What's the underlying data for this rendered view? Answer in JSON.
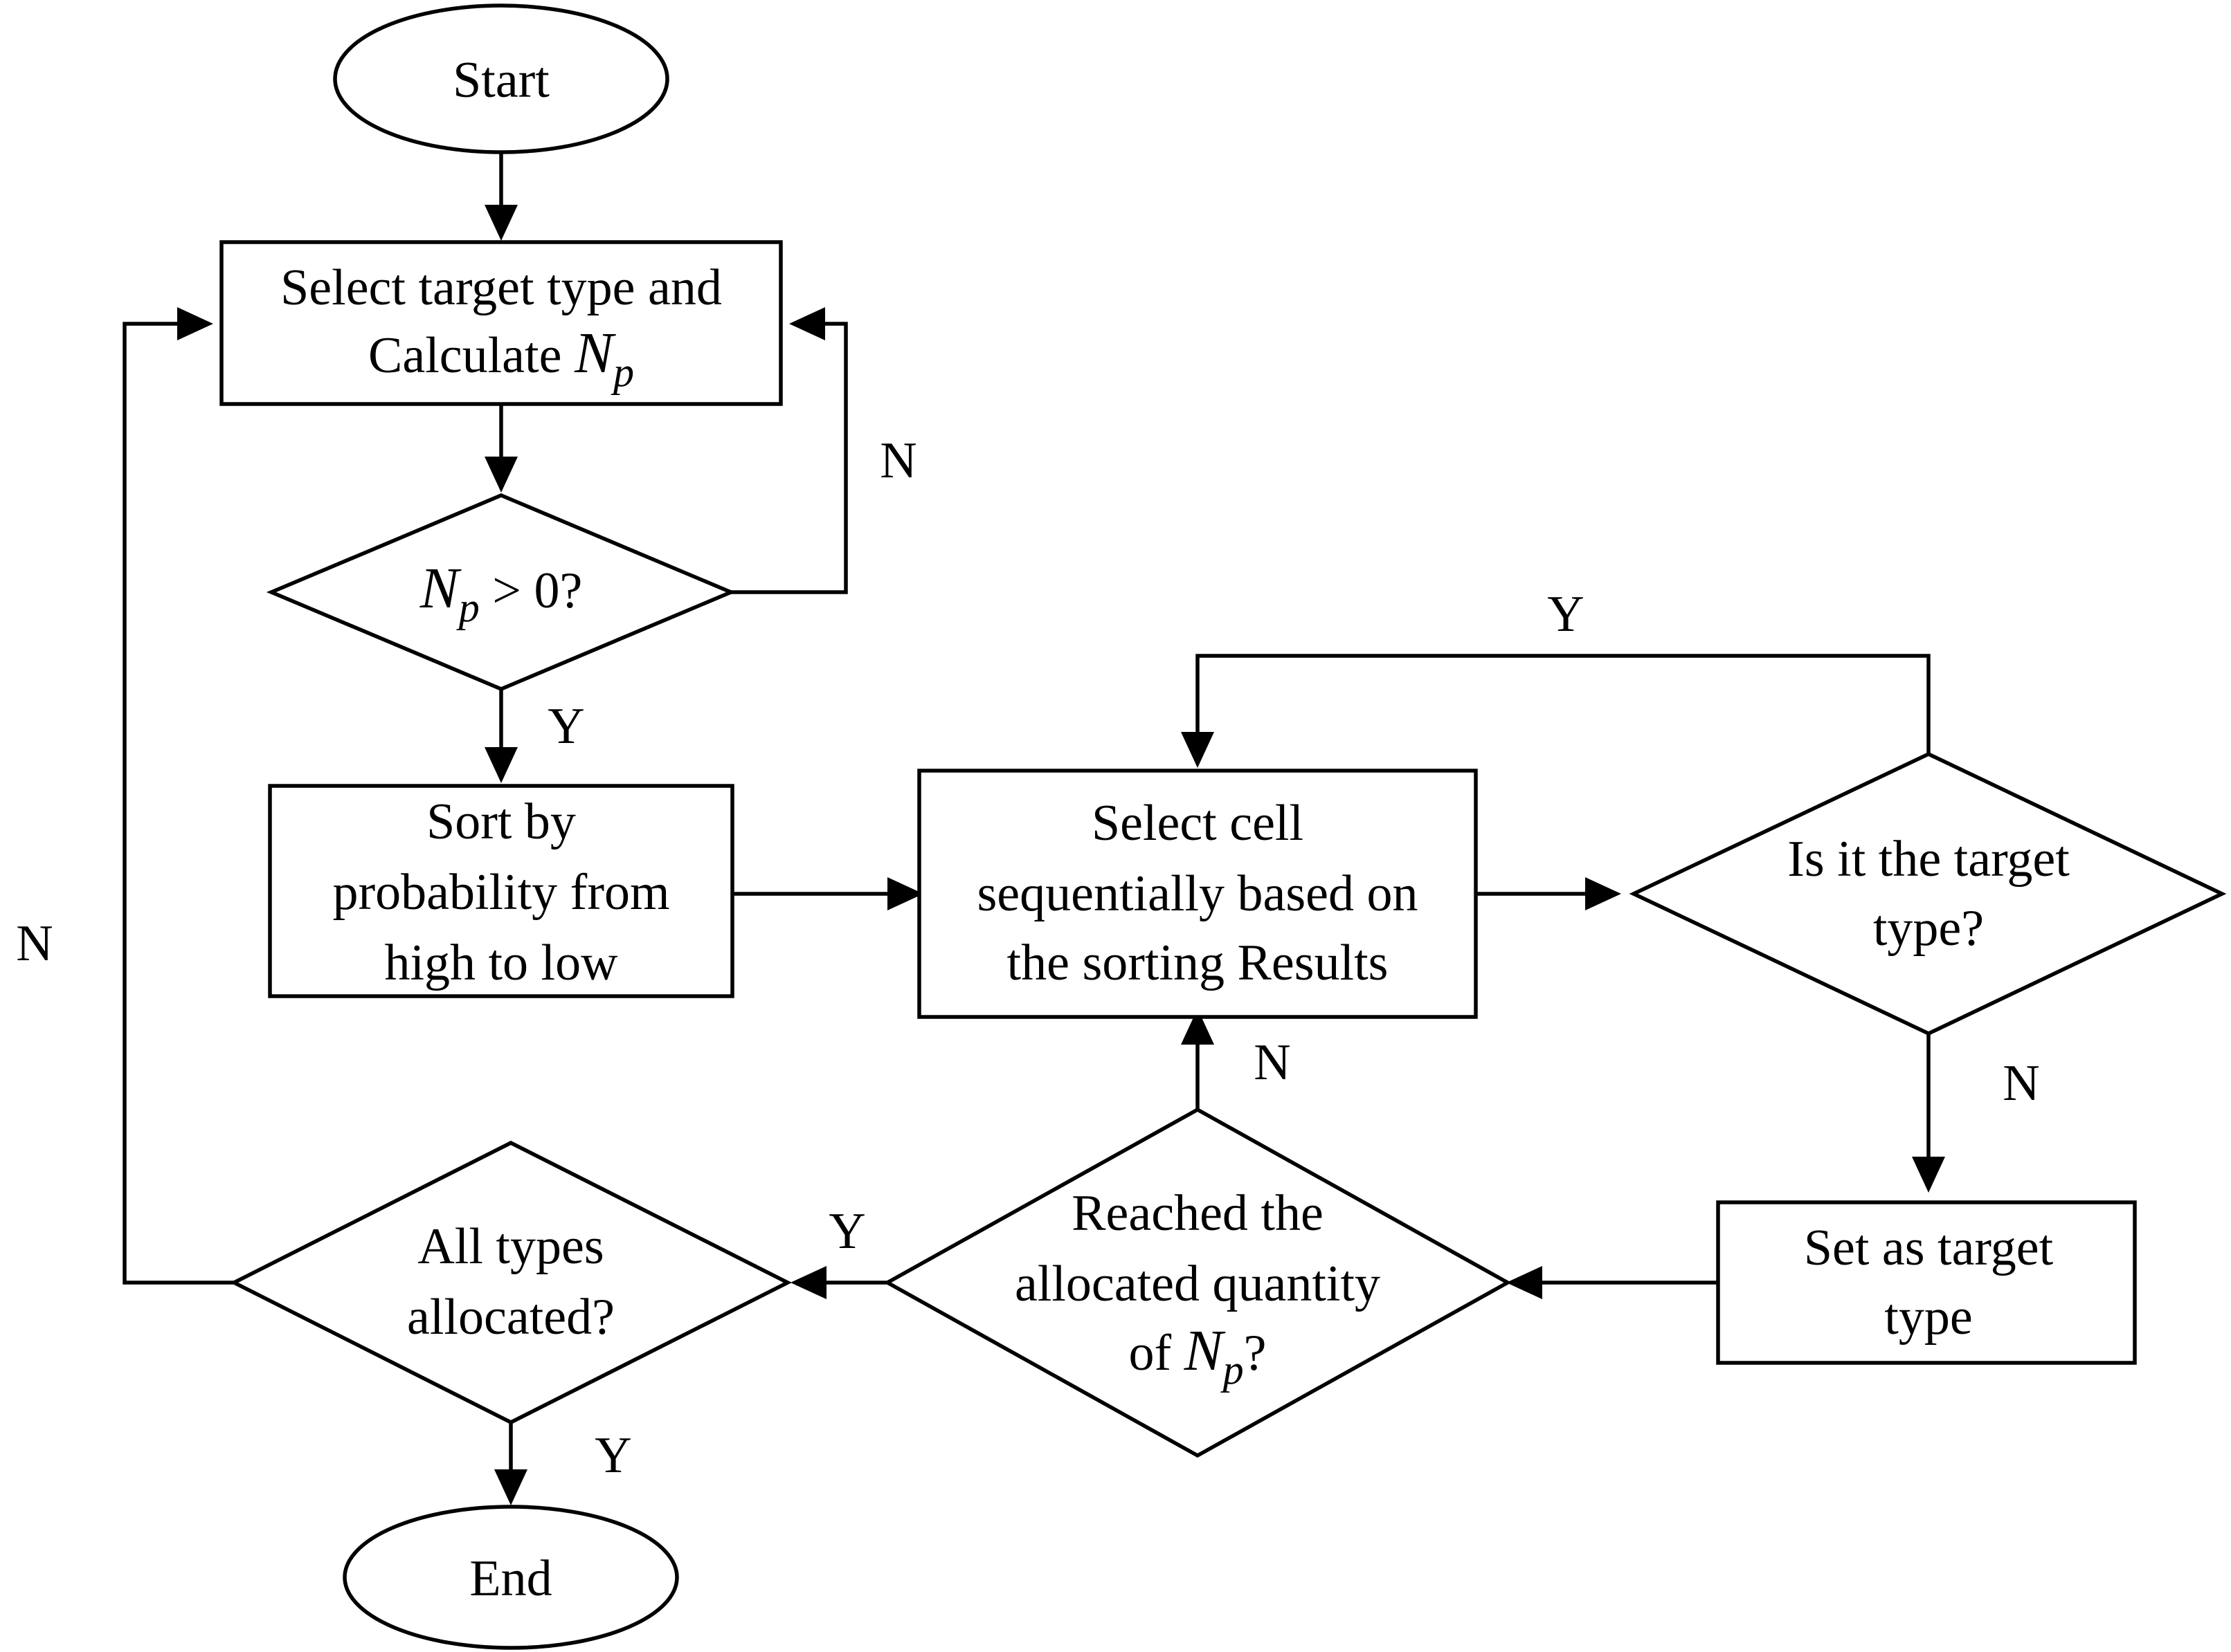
{
  "nodes": {
    "start": {
      "label": "Start"
    },
    "select_target": {
      "line1": "Select target type and",
      "line2_prefix": "Calculate "
    },
    "np_check": {
      "suffix": " > 0?"
    },
    "sort": {
      "line1": "Sort by",
      "line2": "probability from",
      "line3": "high to low"
    },
    "select_cell": {
      "line1": "Select cell",
      "line2": "sequentially based on",
      "line3": "the sorting Results"
    },
    "is_target": {
      "line1": "Is it the target",
      "line2": "type?"
    },
    "set_target": {
      "line1": "Set as target",
      "line2": "type"
    },
    "reached": {
      "line1": "Reached the",
      "line2": "allocated quantity",
      "line3_prefix": "of ",
      "line3_suffix": "?"
    },
    "all_types": {
      "line1": "All types",
      "line2": "allocated?"
    },
    "end": {
      "label": "End"
    }
  },
  "symbol": {
    "base": "N",
    "sub": "p"
  },
  "edge_labels": {
    "np_no": "N",
    "np_yes": "Y",
    "is_target_yes": "Y",
    "is_target_no": "N",
    "reached_no": "N",
    "reached_yes": "Y",
    "all_types_no": "N",
    "all_types_yes": "Y"
  }
}
